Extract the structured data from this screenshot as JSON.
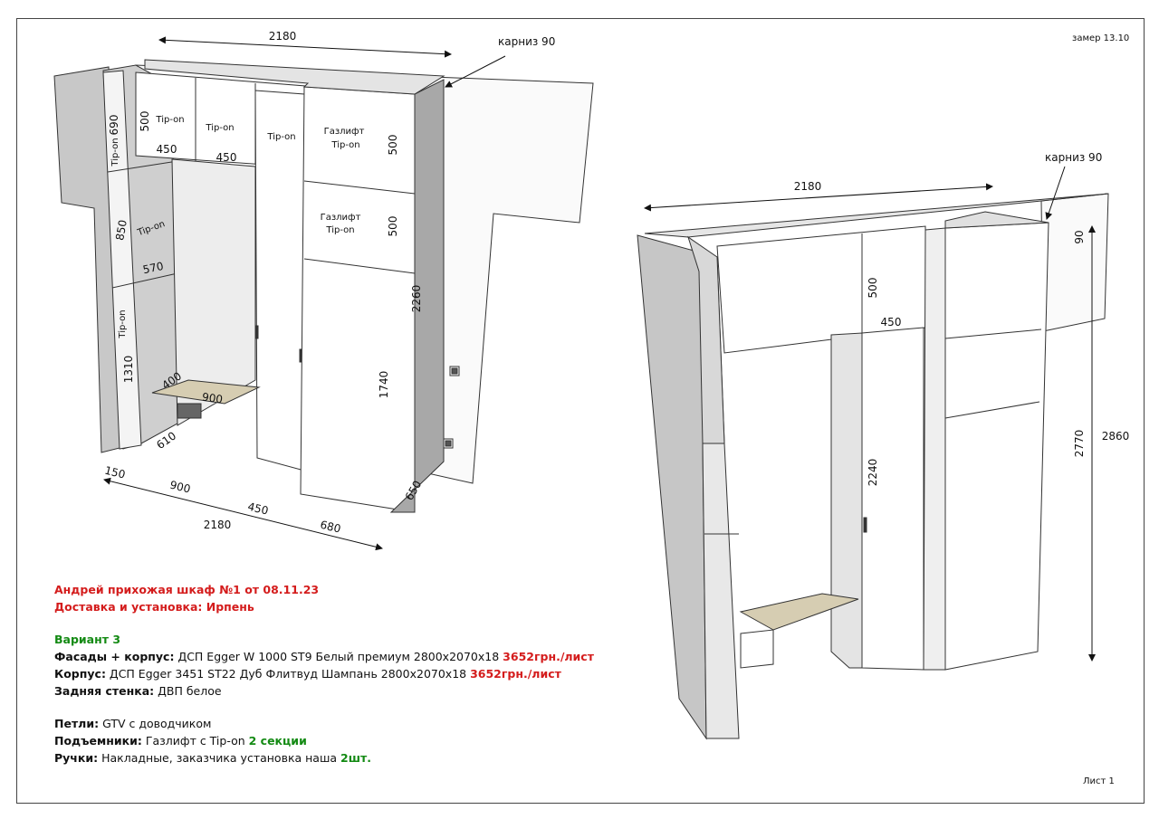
{
  "header": {
    "date_note": "замер 13.10"
  },
  "footer": {
    "sheet": "Лист 1"
  },
  "left_view": {
    "dims": {
      "top_width": "2180",
      "cornice": "карниз 90",
      "d690": "690",
      "d850": "850",
      "d570": "570",
      "d1310": "1310",
      "d500a": "500",
      "d450a": "450",
      "d450b": "450",
      "d500b": "500",
      "d500c": "500",
      "d2260": "2260",
      "d1740": "1740",
      "d400": "400",
      "d900s": "900",
      "d610": "610",
      "d650": "650",
      "b150": "150",
      "b900": "900",
      "b450": "450",
      "b680": "680",
      "b2180": "2180"
    },
    "labels": {
      "tipon1": "Tip-on",
      "tipon2": "Tip-on",
      "tipon3": "Tip-on",
      "tipon_side1": "Tip-on",
      "tipon_side2": "Tip-on",
      "tipon_side3": "Tip-on",
      "gas1a": "Газлифт",
      "gas1b": "Tip-on",
      "gas2a": "Газлифт",
      "gas2b": "Tip-on"
    }
  },
  "right_view": {
    "dims": {
      "top_width": "2180",
      "cornice": "карниз 90",
      "d90": "90",
      "d500": "500",
      "d450": "450",
      "d2240": "2240",
      "d2770": "2770",
      "d2860": "2860"
    }
  },
  "spec": {
    "title_line1": "Андрей  прихожая шкаф №1 от 08.11.23",
    "title_line2": "Доставка и установка: Ирпень",
    "variant": "Вариант 3",
    "facades_label": "Фасады + корпус:",
    "facades_value": " ДСП Egger W 1000 ST9 Белый премиум 2800х2070х18 ",
    "facades_price": "3652грн./лист",
    "body_label": "Корпус:",
    "body_value": " ДСП Egger 3451 ST22 Дуб Флитвуд Шампань 2800х2070х18 ",
    "body_price": "3652грн./лист",
    "back_label": "Задняя стенка:",
    "back_value": "  ДВП белое",
    "hinges_label": "Петли:",
    "hinges_value": " GTV с доводчиком",
    "lifts_label": "Подъемники:",
    "lifts_value": " Газлифт с Tip-on ",
    "lifts_qty": "2 секции",
    "handles_label": "Ручки:",
    "handles_value": " Накладные, заказчика установка наша ",
    "handles_qty": "2шт."
  }
}
